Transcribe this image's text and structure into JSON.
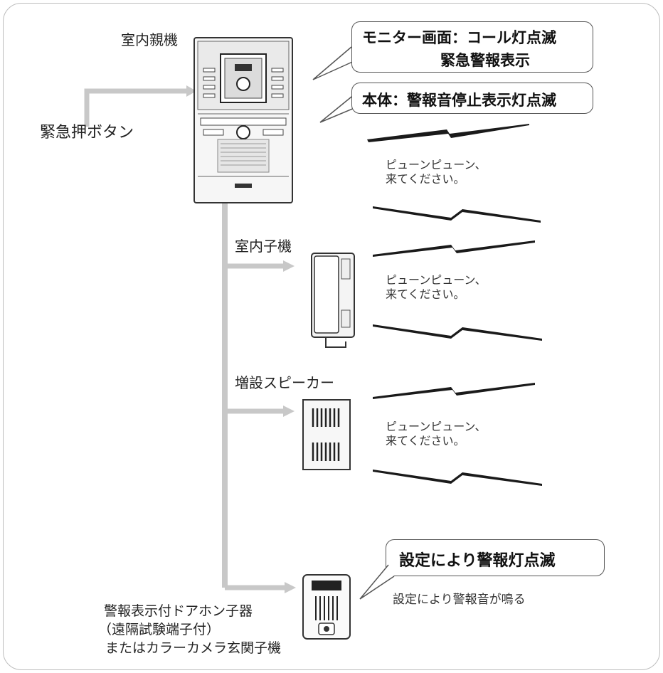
{
  "labels": {
    "main_unit": "室内親機",
    "emergency_button": "緊急押ボタン",
    "sub_unit": "室内子機",
    "speaker": "増設スピーカー",
    "door_unit_line1": "警報表示付ドアホン子器",
    "door_unit_line2": "（遠隔試験端子付）",
    "door_unit_line3": "またはカラーカメラ玄関子機"
  },
  "callouts": {
    "monitor_line1": "モニター画面：コール灯点滅",
    "monitor_line2": "緊急警報表示",
    "body": "本体：警報音停止表示灯点滅",
    "door_light": "設定により警報灯点滅"
  },
  "voices": {
    "line1": "ピューンピューン、",
    "line2": "来てください。"
  },
  "door_note": "設定により警報音が鳴る",
  "colors": {
    "arrow": "#c8c8c8",
    "lightning": "#1a1a1a",
    "callout_border": "#555555"
  }
}
